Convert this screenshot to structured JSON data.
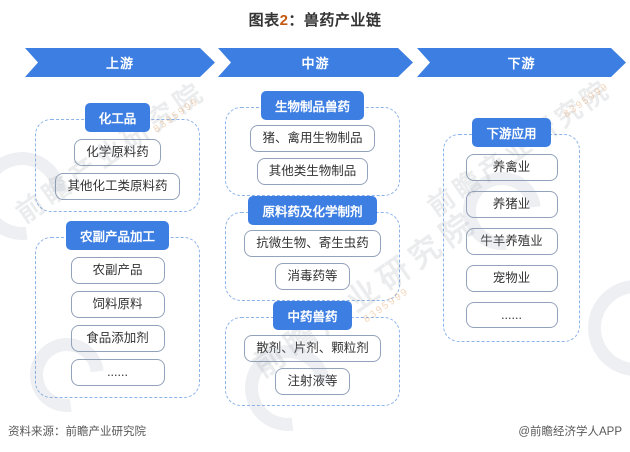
{
  "title": {
    "prefix": "图表",
    "num": "2",
    "rest": "：兽药产业链"
  },
  "colors": {
    "accent_blue": "#3d7ee2",
    "dashed_border": "#8cb2ea",
    "item_border": "#93a2bb",
    "title_num": "#c45a11",
    "footer_text": "#595959"
  },
  "stages": {
    "upstream": "上游",
    "midstream": "中游",
    "downstream": "下游"
  },
  "columns": {
    "upstream": {
      "groups": [
        {
          "header": "化工品",
          "items": [
            "化学原料药",
            "其他化工类原料药"
          ]
        },
        {
          "header": "农副产品加工",
          "items": [
            "农副产品",
            "饲料原料",
            "食品添加剂",
            "......"
          ]
        }
      ]
    },
    "midstream": {
      "groups": [
        {
          "header": "生物制品兽药",
          "items": [
            "猪、禽用生物制品",
            "其他类生物制品"
          ]
        },
        {
          "header": "原料药及化学制剂",
          "items": [
            "抗微生物、寄生虫药",
            "消毒药等"
          ]
        },
        {
          "header": "中药兽药",
          "items": [
            "散剂、片剂、颗粒剂",
            "注射液等"
          ]
        }
      ]
    },
    "downstream": {
      "groups": [
        {
          "header": "下游应用",
          "items": [
            "养禽业",
            "养猪业",
            "牛羊养殖业",
            "宠物业",
            "......"
          ]
        }
      ]
    }
  },
  "footer": {
    "source": "资料来源：前瞻产业研究院",
    "credit": "@前瞻经济学人APP"
  },
  "watermark": {
    "text": "前瞻产业研究院",
    "digits": "8395999"
  }
}
